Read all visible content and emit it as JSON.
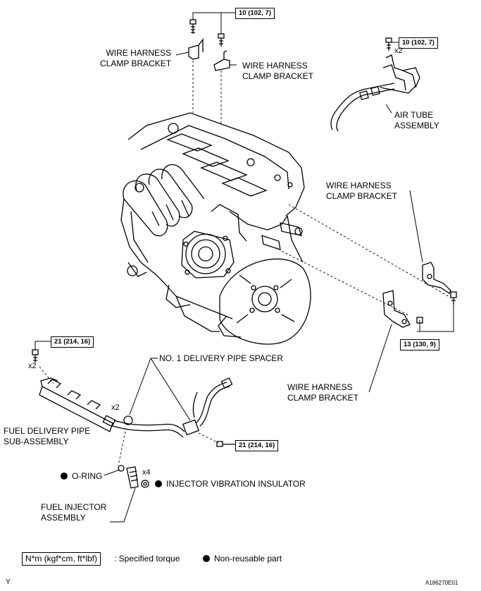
{
  "labels": {
    "wh_bracket_top_left": "WIRE HARNESS\nCLAMP BRACKET",
    "wh_bracket_top_mid": "WIRE HARNESS\nCLAMP BRACKET",
    "air_tube": "AIR TUBE\nASSEMBLY",
    "wh_bracket_right": "WIRE HARNESS\nCLAMP BRACKET",
    "wh_bracket_bottom_right": "WIRE HARNESS\nCLAMP BRACKET",
    "delivery_spacer": "NO. 1 DELIVERY PIPE SPACER",
    "fuel_delivery_pipe": "FUEL DELIVERY PIPE\nSUB-ASSEMBLY",
    "o_ring": "O-RING",
    "injector_insulator": "INJECTOR VIBRATION INSULATOR",
    "fuel_injector": "FUEL INJECTOR\nASSEMBLY"
  },
  "torques": {
    "top": "10 (102, 7)",
    "top_right": "10 (102, 7)",
    "right": "13 (130, 9)",
    "left": "21 (214, 16)",
    "bottom": "21 (214, 16)"
  },
  "multipliers": {
    "air_tube_bolt": "x2",
    "delivery_bolt": "x2",
    "spacer": "x2",
    "injector": "x4"
  },
  "legend": {
    "torque_unit": "N*m (kgf*cm, ft*lbf)",
    "torque_desc": ": Specified torque",
    "non_reusable": "Non-reusable part"
  },
  "footer": {
    "corner_left": "Y",
    "figure_id": "A186270E01"
  }
}
